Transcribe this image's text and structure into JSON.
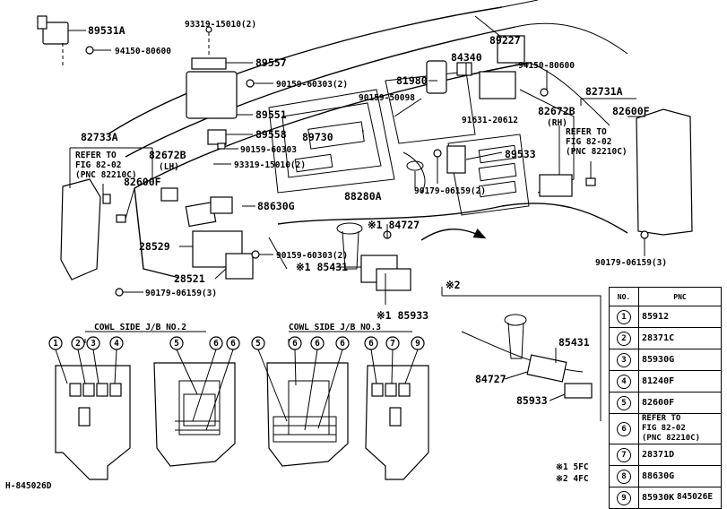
{
  "diagram_id": "845026E",
  "corner_label": "H-845026D",
  "callouts": {
    "c89531A": "89531A",
    "c94150_80600a": "94150-80600",
    "c93319_15010a": "93319-15010(2)",
    "c89557": "89557",
    "c90159_60303a": "90159-60303(2)",
    "c89551": "89551",
    "c89558": "89558",
    "c90159_60303b": "90159-60303",
    "c93319_15010b": "93319-15010(2)",
    "c89227": "89227",
    "c94150_80600b": "94150-80600",
    "c84340": "84340",
    "c81980": "81980",
    "c90159_50098": "90159-50098",
    "c89730": "89730",
    "c91631_20612": "91631-20612",
    "c82731A": "82731A",
    "c82672B_rh": "82672B",
    "rh": "(RH)",
    "c82600F_r": "82600F",
    "c82733A": "82733A",
    "c82672B_lh": "82672B",
    "lh": "(LH)",
    "c82600F_l": "82600F",
    "c88280A": "88280A",
    "c89533": "89533",
    "c90179_06159a": "90179-06159(2)",
    "c88630G": "88630G",
    "c84727a": "※1 84727",
    "c28529": "28529",
    "c90159_60303c": "90159-60303(2)",
    "c85431a": "※1 85431",
    "c28521": "28521",
    "c90179_06159b": "90179-06159(3)",
    "c90179_06159c": "90179-06159(3)",
    "c85933a": "※1 85933",
    "mark2": "※2",
    "c85431b": "85431",
    "c84727b": "84727",
    "c85933b": "85933",
    "cowl2": "COWL SIDE J/B NO.2",
    "cowl3": "COWL SIDE J/B NO.3",
    "note1": "※1 5FC",
    "note2": "※2 4FC"
  },
  "refer_left": [
    "REFER TO",
    "FIG 82-02",
    "(PNC 82210C)"
  ],
  "refer_right": [
    "REFER TO",
    "FIG 82-02",
    "(PNC 82210C)"
  ],
  "legend": {
    "col_no": "NO.",
    "col_pnc": "PNC",
    "rows": [
      {
        "no": "1",
        "pnc": "85912"
      },
      {
        "no": "2",
        "pnc": "28371C"
      },
      {
        "no": "3",
        "pnc": "85930G"
      },
      {
        "no": "4",
        "pnc": "81240F"
      },
      {
        "no": "5",
        "pnc": "82600F"
      },
      {
        "no": "6",
        "pnc_lines": [
          "REFER TO",
          "FIG 82-02",
          "(PNC 82210C)"
        ]
      },
      {
        "no": "7",
        "pnc": "28371D"
      },
      {
        "no": "8",
        "pnc": "88630G"
      },
      {
        "no": "9",
        "pnc": "85930K"
      }
    ]
  },
  "jb_numbers": {
    "a": [
      "1",
      "2",
      "3",
      "4"
    ],
    "b": [
      "5",
      "6",
      "6"
    ],
    "c": [
      "5",
      "6",
      "6",
      "6"
    ],
    "d": [
      "6",
      "7",
      "9"
    ]
  }
}
